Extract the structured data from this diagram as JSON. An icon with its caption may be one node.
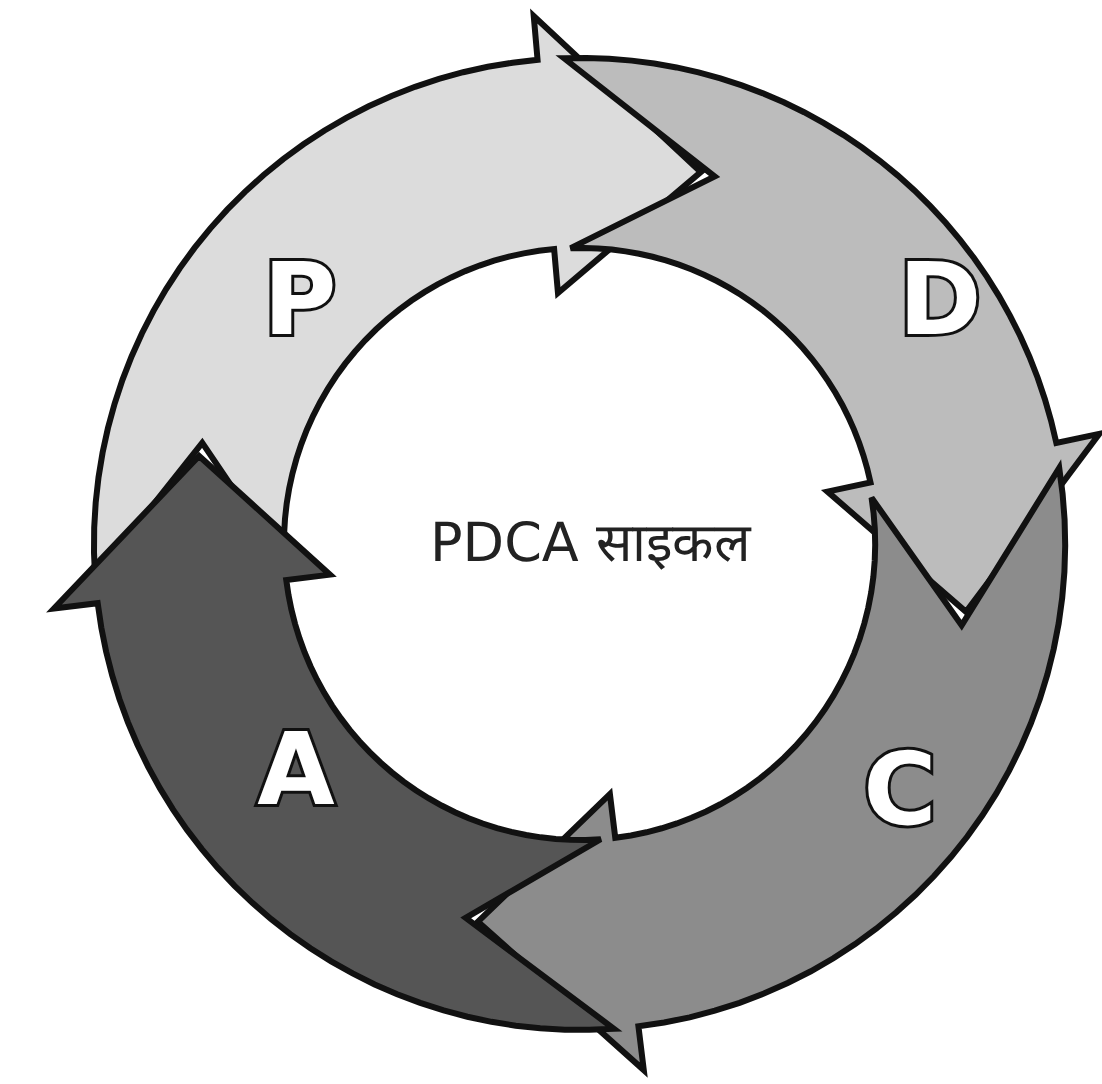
{
  "diagram": {
    "nodes": [
      {
        "text": [
          "P"
        ]
      },
      {
        "text": [
          "D"
        ]
      },
      {
        "text": [
          "C"
        ]
      },
      {
        "text": [
          "A"
        ]
      }
    ],
    "labels": [
      "PDCA साइकल"
    ]
  }
}
